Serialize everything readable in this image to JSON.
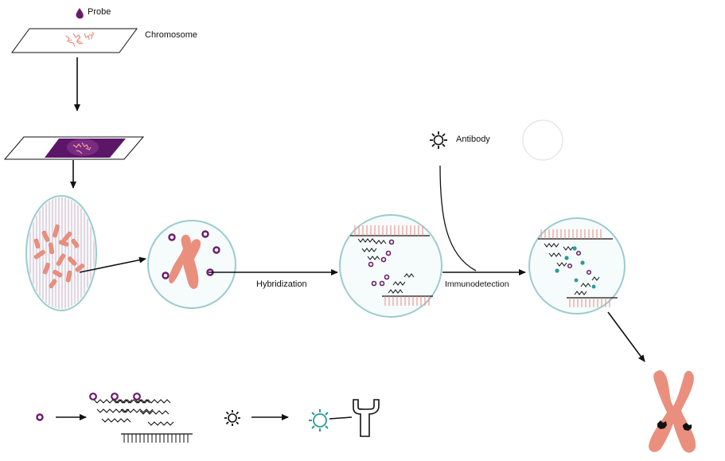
{
  "labels": {
    "probe": "Probe",
    "chromosome": "Chromosome",
    "antibody": "Antibody",
    "hybridization": "Hybridization",
    "immunodetection": "Immunodetection"
  },
  "colors": {
    "probe": "#6b1a6b",
    "chromosome": "#ea8f7e",
    "chromosome_dark": "#c96b5b",
    "purple_band": "#5c1668",
    "circle_fill": "#f6fbfb",
    "circle_stroke": "#9ccbd0",
    "antibody_teal": "#2a9a9a",
    "line": "#111111"
  },
  "icons": {
    "probe": "probe-drop-icon",
    "antibody": "antibody-sun-icon",
    "y_antibody": "y-antibody-icon"
  }
}
